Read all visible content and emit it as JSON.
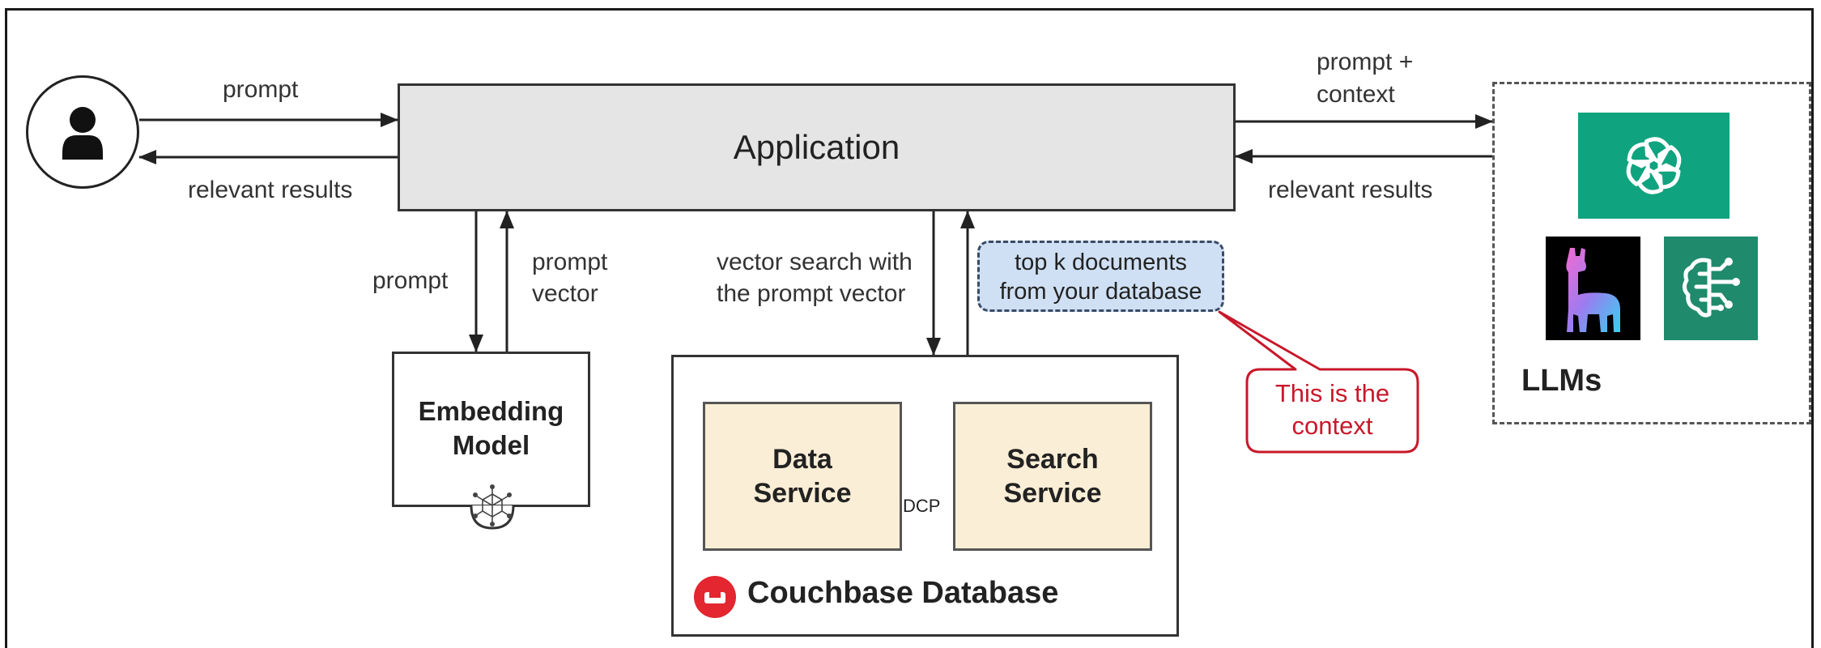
{
  "user": {
    "icon": "user-icon"
  },
  "application": {
    "title": "Application"
  },
  "edges": {
    "user_to_app": "prompt",
    "app_to_user": "relevant results",
    "app_to_llm_line1": "prompt +",
    "app_to_llm_line2": "context",
    "llm_to_app": "relevant results",
    "app_to_embedding": "prompt",
    "embedding_to_app_line1": "prompt",
    "embedding_to_app_line2": "vector",
    "app_to_db_line1": "vector search with",
    "app_to_db_line2": "the prompt vector",
    "data_to_search": "DCP"
  },
  "topk_note": {
    "line1": "top k documents",
    "line2": "from your database"
  },
  "context_callout": {
    "line1": "This is the",
    "line2": "context"
  },
  "embedding_model": {
    "line1": "Embedding",
    "line2": "Model",
    "icon": "embedding-graph-icon"
  },
  "couchbase": {
    "label": "Couchbase Database",
    "icon": "couchbase-logo-icon",
    "data_service": {
      "line1": "Data",
      "line2": "Service"
    },
    "search_service": {
      "line1": "Search",
      "line2": "Service"
    }
  },
  "llms": {
    "label": "LLMs",
    "logos": [
      "openai-logo-icon",
      "llama-logo-icon",
      "ai-brain-logo-icon"
    ]
  },
  "colors": {
    "application_fill": "#e5e5e5",
    "service_fill": "#fbeed6",
    "note_fill": "#cfe0f4",
    "callout_red": "#c8182a",
    "openai_green": "#10a37f",
    "brain_green": "#1f8a6c",
    "couchbase_red": "#e3262f"
  }
}
